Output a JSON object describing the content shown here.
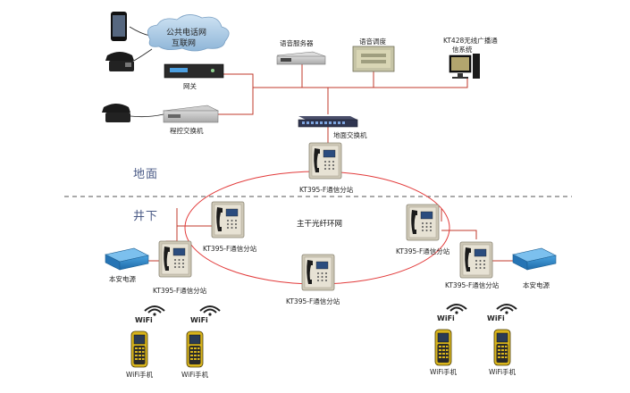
{
  "cloud": {
    "line1": "公共电话网",
    "line2": "互联网"
  },
  "devices": {
    "gateway": "网关",
    "voice_server": "语音服务器",
    "voice_dispatch": "语音调度",
    "broadcast_line1": "KT428无线广播通",
    "broadcast_line2": "信系统",
    "pbx": "程控交换机",
    "ground_switch": "地面交换机"
  },
  "zones": {
    "surface": "地面",
    "underground": "井下"
  },
  "ring_label": "主干光纤环网",
  "stations": {
    "top": "KT395-F通信分站",
    "left_inner": "KT395-F通信分站",
    "left_outer": "KT395-F通信分站",
    "bottom": "KT395-F通信分站",
    "right_inner": "KT395-F通信分站",
    "right_outer": "KT395-F通信分站"
  },
  "power": {
    "left": "本安电源",
    "right": "本安电源"
  },
  "wifi_badge": "WiFi",
  "phones": [
    "WiFi手机",
    "WiFi手机",
    "WiFi手机",
    "WiFi手机"
  ],
  "colors": {
    "cable": "#c0392b",
    "ring": "#e23a3a",
    "zone_text": "#4a5a86",
    "phone_body": "#d8b41c"
  }
}
